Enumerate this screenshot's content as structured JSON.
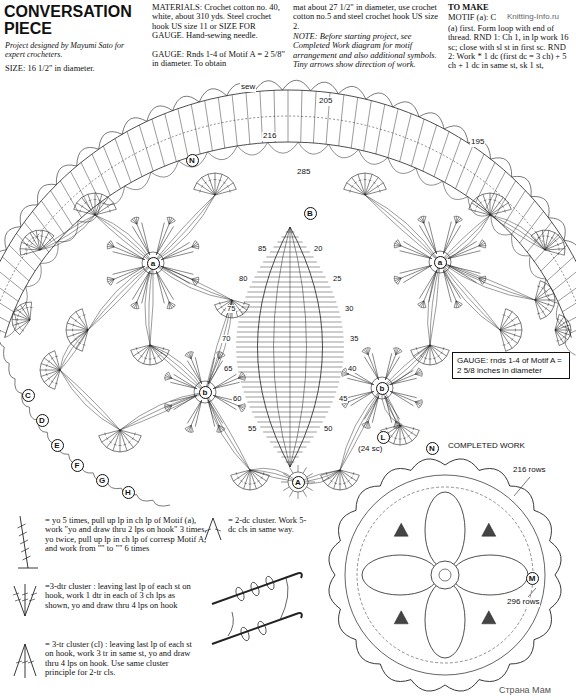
{
  "diagram": {
    "title": "CONVERSATION PIECE",
    "nodes": [
      {
        "text": [
          "N"
        ]
      },
      {
        "text": [
          "B"
        ]
      },
      {
        "text": [
          "a"
        ]
      },
      {
        "text": [
          "a"
        ]
      },
      {
        "text": [
          "b"
        ]
      },
      {
        "text": [
          "b"
        ]
      },
      {
        "text": [
          "C"
        ]
      },
      {
        "text": [
          "D"
        ]
      },
      {
        "text": [
          "E"
        ]
      },
      {
        "text": [
          "F"
        ]
      },
      {
        "text": [
          "G"
        ]
      },
      {
        "text": [
          "H"
        ]
      },
      {
        "text": [
          "L"
        ]
      },
      {
        "text": [
          "A"
        ]
      },
      {
        "text": [
          "GAUGE: rnds 1-4 of Motif A = 2 5/8 inches in diameter"
        ]
      },
      {
        "text": [
          "N"
        ]
      },
      {
        "text": [
          "M"
        ]
      }
    ],
    "labels": [
      "Project designed by Mayumi Sato for expert crocheters.",
      "SIZE: 16 1/2\" in diameter.",
      "MATERIALS: Crochet cotton no. 40, white, about 310 yds. Steel crochet hook US size 11 or SIZE FOR GAUGE. Hand-sewing needle.",
      "GAUGE: Rnds 1-4 of Motif A = 2 5/8\" in diameter. To obtain",
      "mat about 27 1/2\" in diameter, use crochet cotton no.5 and steel crochet hook US size 2.",
      "NOTE: Before starting project, see Completed Work diagram for motif arrangement and also additional symbols. Tiny arrows show direction of work.",
      "TO MAKE",
      "MOTIF (a): C",
      "Knitting-Info.ru",
      "(a) first. Form loop with end of thread. RND 1: Ch 1, in lp work 16 sc; close with sl st in first sc. RND 2: Work * 1 dc (first dc = 3 ch) + 5 ch + 1 dc in same st, sk 1 st,",
      "sew",
      "205",
      "216",
      "285",
      "195",
      "85",
      "80",
      "75",
      "70",
      "65",
      "60",
      "55",
      "20",
      "25",
      "30",
      "35",
      "40",
      "45",
      "50",
      "(24 sc)",
      "COMPLETED WORK",
      "216 rows",
      "296 rows",
      "Страна Мам"
    ],
    "legend": [
      {
        "text": "= yo 5 times, pull up lp in ch lp of Motif (a), work \"yo and draw thru 2 lps on hook\" 3 times, yo twice, pull up lp in ch lp of corresp Motif A, and work from \"\" to \"\" 6 times"
      },
      {
        "text": "=3-dtr cluster : leaving last lp of each st on hook, work 1 dtr in each of 3 ch lps as shown, yo and draw thru 4 lps on hook"
      },
      {
        "text": "= 3-tr cluster (cl) : leaving last lp of each st on hook, work 3 tr in same st, yo and draw thru 4 lps on hook. Use same cluster principle for 2-tr cls."
      },
      {
        "text": "= 2-dc cluster. Work 5-dc cls in same way."
      }
    ]
  }
}
